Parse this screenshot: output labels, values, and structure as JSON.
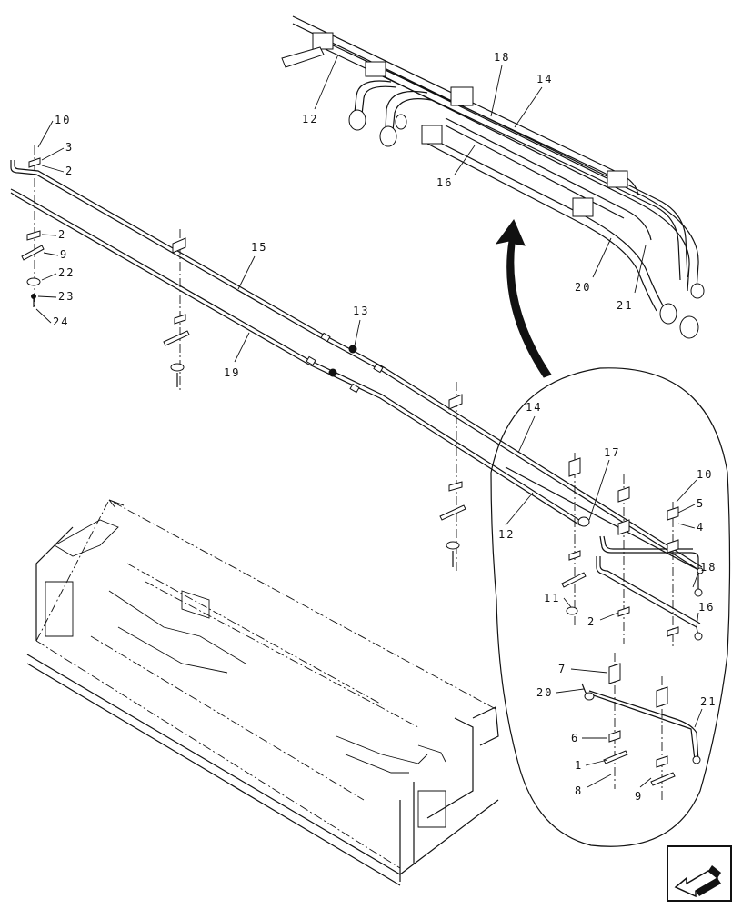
{
  "callouts": {
    "top_assembly": [
      "12",
      "18",
      "14",
      "16",
      "20",
      "21"
    ],
    "left_rail": [
      "10",
      "3",
      "2",
      "2",
      "9",
      "22",
      "23",
      "24"
    ],
    "main_lines": [
      "15",
      "13",
      "19"
    ],
    "detail": [
      "14",
      "17",
      "12",
      "10",
      "5",
      "4",
      "18",
      "11",
      "2",
      "16",
      "7",
      "20",
      "21",
      "6",
      "1",
      "8",
      "9"
    ]
  },
  "icons": {
    "nav_arrow": "return-arrow-icon"
  }
}
